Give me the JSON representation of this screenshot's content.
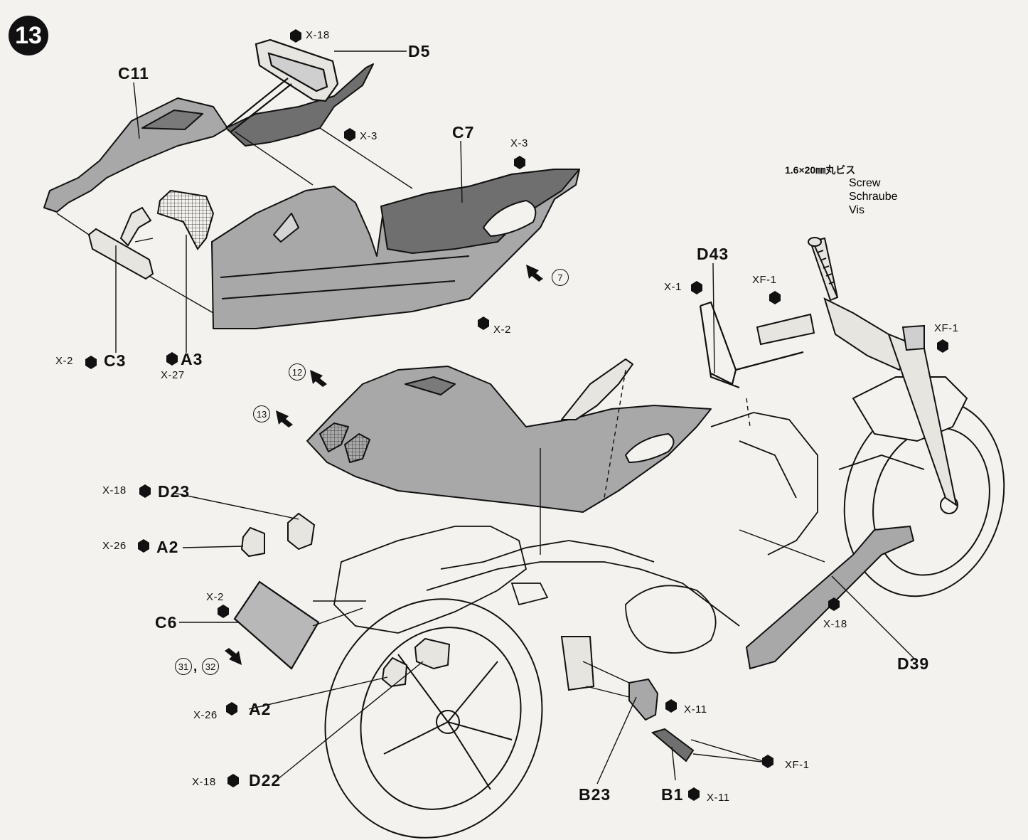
{
  "step_number": "13",
  "part_labels": {
    "c11": "C11",
    "d5": "D5",
    "c7": "C7",
    "c3": "C3",
    "a3": "A3",
    "d43": "D43",
    "d23": "D23",
    "a2_top": "A2",
    "c6": "C6",
    "a2_bottom": "A2",
    "d22": "D22",
    "b23": "B23",
    "b1": "B1",
    "d39": "D39"
  },
  "paint_codes": {
    "x18_top": "X-18",
    "x3_mid": "X-3",
    "x3_right": "X-3",
    "x2_body": "X-2",
    "x2_c3": "X-2",
    "x27": "X-27",
    "x1": "X-1",
    "xf1_left": "XF-1",
    "xf1_right": "XF-1",
    "x18_d23": "X-18",
    "x26_top": "X-26",
    "x2_c6": "X-2",
    "x18_right": "X-18",
    "x11_upper": "X-11",
    "x26_bottom": "X-26",
    "xf1_bottom": "XF-1",
    "x18_d22": "X-18",
    "x11_lower": "X-11"
  },
  "decals": {
    "d7": "7",
    "d12": "12",
    "d13": "13",
    "d31_32_a": "31",
    "d31_32_b": "32",
    "separator": ","
  },
  "screw_note": {
    "spec": "1.6×20㎜丸ビス",
    "en": "Screw",
    "de": "Schraube",
    "fr": "Vis"
  },
  "colors": {
    "ink": "#111111",
    "paper": "#f3f2ee",
    "fairing_tone": "#a8a8a8",
    "dark_tone": "#6f6f6f"
  }
}
